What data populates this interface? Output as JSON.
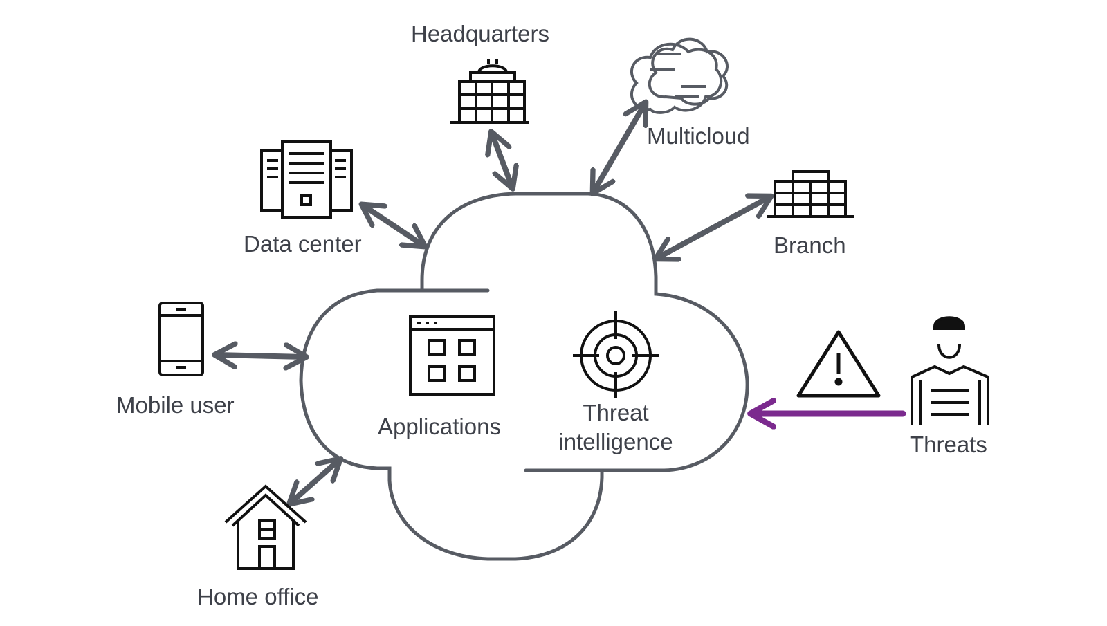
{
  "labels": {
    "headquarters": "Headquarters",
    "multicloud": "Multicloud",
    "data_center": "Data center",
    "branch": "Branch",
    "mobile_user": "Mobile user",
    "home_office": "Home office",
    "applications": "Applications",
    "threat_intelligence_line1": "Threat",
    "threat_intelligence_line2": "intelligence",
    "threats": "Threats"
  },
  "icons": {
    "headquarters": "headquarters-building-icon",
    "multicloud": "multicloud-icon",
    "data_center": "data-center-icon",
    "branch": "branch-building-icon",
    "mobile_user": "mobile-phone-icon",
    "home_office": "house-icon",
    "applications": "applications-window-icon",
    "threat_intelligence": "target-crosshair-icon",
    "warning": "warning-triangle-icon",
    "threat_actor": "masked-person-icon"
  },
  "colors": {
    "cloud_outline": "#575b63",
    "connector": "#575b63",
    "icon": "#111111",
    "threat_arrow": "#7b2a8e",
    "text": "#3e4149"
  }
}
